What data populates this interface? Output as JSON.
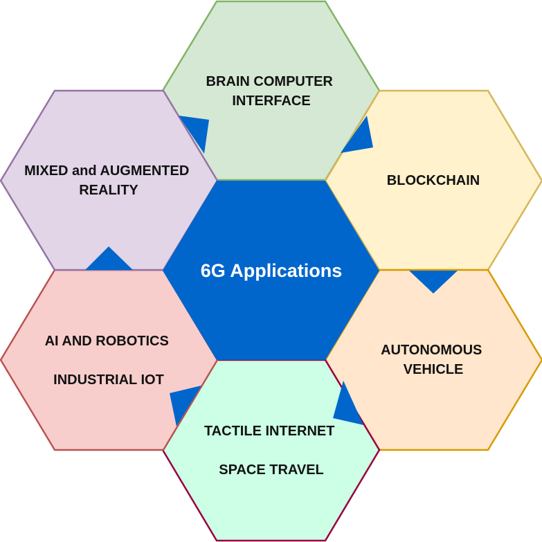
{
  "diagram": {
    "center": {
      "label": "6G Applications",
      "fill": "#0066CC"
    },
    "hexagons": [
      {
        "id": "brain",
        "lines": [
          "BRAIN COMPUTER",
          "INTERFACE"
        ],
        "fill": "#D5E8D4",
        "stroke": "#82B366"
      },
      {
        "id": "blockchain",
        "lines": [
          "BLOCKCHAIN"
        ],
        "fill": "#FFF2CC",
        "stroke": "#D6B656"
      },
      {
        "id": "autonomous",
        "lines": [
          "AUTONOMOUS",
          "VEHICLE"
        ],
        "fill": "#FFE6CC",
        "stroke": "#D79B00"
      },
      {
        "id": "tactile",
        "lines": [
          "TACTILE INTERNET",
          "SPACE TRAVEL"
        ],
        "fill": "#CCFFE6",
        "stroke": "#99003D"
      },
      {
        "id": "ai",
        "lines": [
          "AI AND ROBOTICS",
          "INDUSTRIAL IOT"
        ],
        "fill": "#F8CECC",
        "stroke": "#B85450"
      },
      {
        "id": "mixed",
        "lines": [
          "MIXED and AUGMENTED",
          "REALITY"
        ],
        "fill": "#E1D5E7",
        "stroke": "#9673A6"
      }
    ],
    "connector_color": "#0066CC"
  }
}
